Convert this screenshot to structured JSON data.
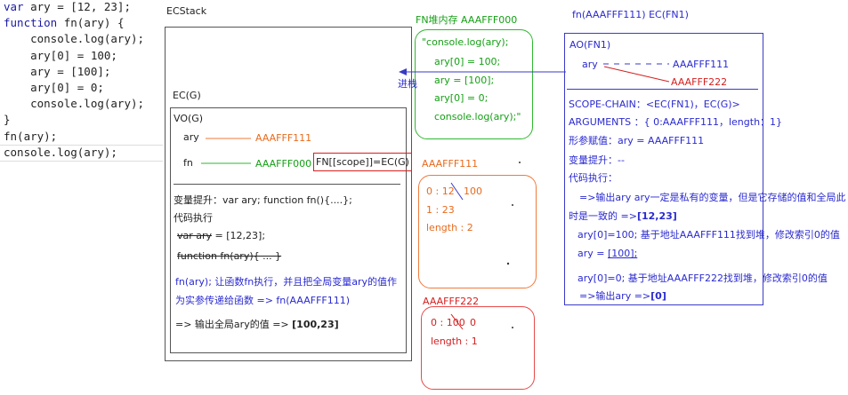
{
  "code": {
    "lines": [
      [
        "var",
        " ary = [12, 23];"
      ],
      [
        "function",
        " fn(ary) {"
      ],
      [
        "",
        "    console.log(ary);"
      ],
      [
        "",
        "    ary[0] = 100;"
      ],
      [
        "",
        "    ary = [100];"
      ],
      [
        "",
        "    ary[0] = 0;"
      ],
      [
        "",
        "    console.log(ary);"
      ],
      [
        "",
        "}"
      ],
      [
        "",
        "fn(ary);"
      ],
      [
        "",
        "console.log(ary);"
      ]
    ]
  },
  "ecstack": {
    "title": "ECStack",
    "ecg_title": "EC(G)",
    "vog_title": "VO(G)",
    "ary_label": "ary",
    "ary_addr": "AAAFFF111",
    "fn_label": "fn",
    "fn_addr": "AAAFFF000",
    "fn_scope": "FN[[scope]]=EC(G)",
    "hoist": "变量提升：var ary;  function fn(){....};",
    "exec_title": "代码执行",
    "exec_var": "var ary",
    "exec_var_rest": " = [12,23];",
    "exec_fn": "function fn(ary){ ... }",
    "call_desc_1": "fn(ary);  让函数fn执行，并且把全局变量ary的值作",
    "call_desc_2": "为实参传递给函数  => fn(AAAFFF111)",
    "output_prefix": "=> 输出全局ary的值   =>",
    "output_value": "[100,23]"
  },
  "heap_fn": {
    "title": "FN堆内存 AAAFFF000",
    "lines": [
      "\"console.log(ary);",
      "ary[0] = 100;",
      "ary = [100];",
      "ary[0] = 0;",
      "console.log(ary);\""
    ]
  },
  "jinzhan": "进栈",
  "heap_111": {
    "title": "AAAFFF111",
    "index0": "0 : 12",
    "new0": "100",
    "index1": "1  :  23",
    "length": "length : 2"
  },
  "heap_222": {
    "title": "AAAFFF222",
    "index0": "0 : 100",
    "new0": "0",
    "length": "length : 1"
  },
  "fn_ctx": {
    "title": "fn(AAAFFF111)    EC(FN1)",
    "ao_title": "AO(FN1)",
    "ary_label": "ary",
    "addr1": "AAAFFF111",
    "addr2": "AAAFFF222",
    "scope_chain": "SCOPE-CHAIN：<EC(FN1)，EC(G)>",
    "arguments": "ARGUMENTS ：{ 0:AAAFFF111，length：1}",
    "param": "形参赋值：ary = AAAFFF111",
    "hoist": "变量提升：--",
    "exec": "代码执行：",
    "out1_a": "=>输出ary  ary一定是私有的变量，但是它存储的值和全局此",
    "out1_b": "时是一致的  =>",
    "out1_val": "[12,23]",
    "step1": "ary[0]=100;  基于地址AAAFFF111找到堆，修改索引0的值",
    "step2_a": "ary = ",
    "step2_b": "[100];",
    "step3": "ary[0]=0;  基于地址AAAFFF222找到堆，修改索引0的值",
    "out2": "=>输出ary    =>",
    "out2_val": "[0]"
  }
}
